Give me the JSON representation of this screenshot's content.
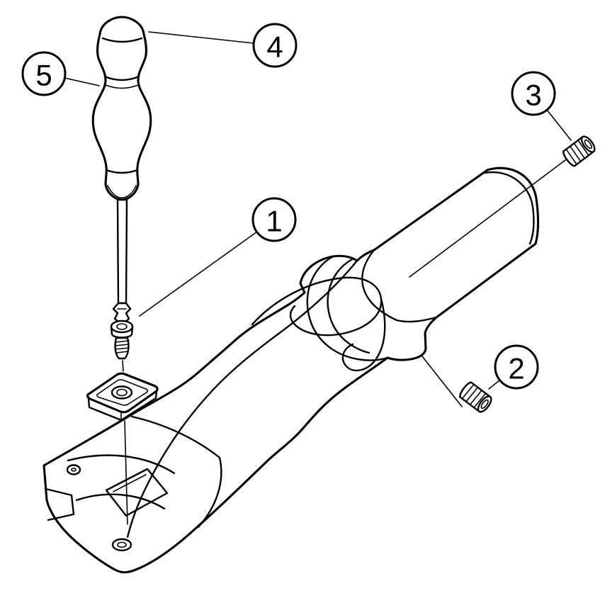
{
  "figure": {
    "kind": "exploded-view-line-drawing",
    "background_color": "#ffffff",
    "line_color": "#000000"
  },
  "callouts": [
    {
      "label": "1"
    },
    {
      "label": "2"
    },
    {
      "label": "3"
    },
    {
      "label": "4"
    },
    {
      "label": "5"
    }
  ]
}
